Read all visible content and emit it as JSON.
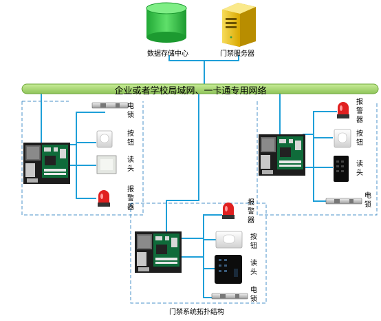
{
  "nodes": {
    "database": "数据存储中心",
    "server": "门禁服务器"
  },
  "network": "企业或者学校局域网、一卡通专用网络",
  "left_group": {
    "lock": "电锁",
    "button": "按钮",
    "reader": "读头",
    "alarm": "报警器"
  },
  "right_group": {
    "alarm": "报警器",
    "button": "按钮",
    "reader": "读头",
    "lock": "电锁"
  },
  "bottom_group": {
    "alarm": "报警器",
    "button": "按钮",
    "reader": "读头",
    "lock": "电锁"
  },
  "caption": "门禁系统拓扑结构",
  "colors": {
    "connector": "#1e9fd8",
    "network_bar": "#a9d86e",
    "database": "#35c64a",
    "server": "#f2c400",
    "alarm": "#e02020",
    "dashed_border": "#4a90c8"
  }
}
